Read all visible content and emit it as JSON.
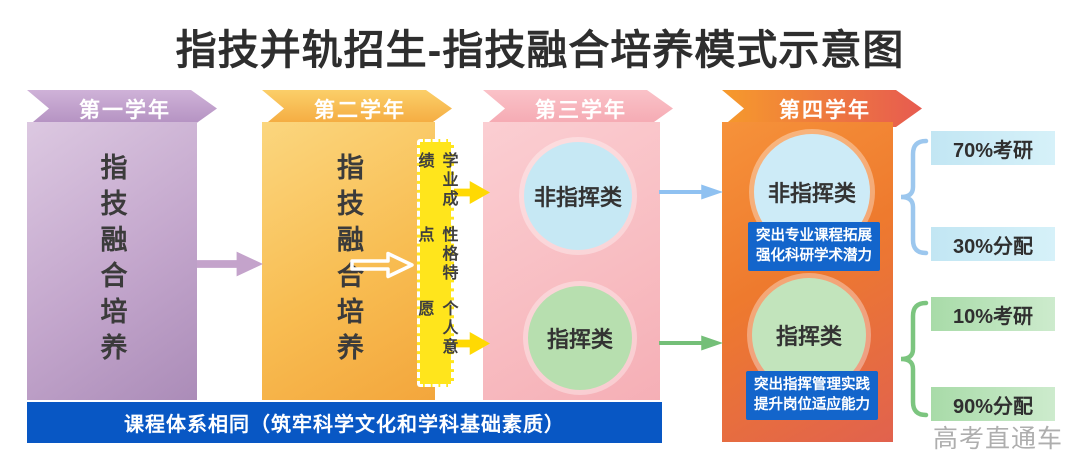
{
  "title": "指技并轨招生-指技融合培养模式示意图",
  "stages": [
    {
      "header": "第一学年",
      "body": "指技融合培养"
    },
    {
      "header": "第二学年",
      "body": "指技融合培养"
    },
    {
      "header": "第三学年",
      "tracks": [
        {
          "label": "非指挥类"
        },
        {
          "label": "指挥类"
        }
      ]
    },
    {
      "header": "第四学年",
      "tracks": [
        {
          "label": "非指挥类",
          "note_line1": "突出专业课程拓展",
          "note_line2": "强化科研学术潜力"
        },
        {
          "label": "指挥类",
          "note_line1": "突出指挥管理实践",
          "note_line2": "提升岗位适应能力"
        }
      ]
    }
  ],
  "selection_criteria": {
    "items": [
      "学业成绩",
      "性格特点",
      "个人意愿"
    ]
  },
  "outcomes": [
    {
      "label": "70%考研"
    },
    {
      "label": "30%分配"
    },
    {
      "label": "10%考研"
    },
    {
      "label": "90%分配"
    }
  ],
  "bottom_bar": "课程体系相同（筑牢科学文化和学科基础素质）",
  "watermark": "高考直通车",
  "colors": {
    "stage1": "#c3a6cc",
    "stage2": "#f8bd52",
    "stage3": "#f8bcc1",
    "stage4": "#ee7a2e",
    "criteria_box": "#ffe51c",
    "non_command_circle": "#c6e8f4",
    "command_circle": "#b7dfaf",
    "note_box": "#1365cb",
    "outcome_blue": "#c2e6f3",
    "outcome_green": "#a8dba8",
    "bottom_bar": "#0857c4"
  }
}
